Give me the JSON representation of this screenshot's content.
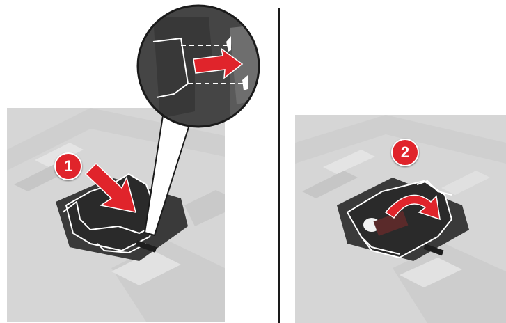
{
  "figure": {
    "steps": [
      {
        "number": "1",
        "action": "push-down"
      },
      {
        "number": "2",
        "action": "rotate"
      }
    ],
    "colors": {
      "background_panel": "#d9d9d9",
      "device_dark": "#2e2e2e",
      "outline": "#ffffff",
      "badge_red": "#e0242b",
      "arrow_red": "#e0242b",
      "divider": "#1a1a1a"
    },
    "icons": [
      "push-arrow-icon",
      "slide-arrow-icon",
      "rotate-arrow-icon"
    ]
  }
}
